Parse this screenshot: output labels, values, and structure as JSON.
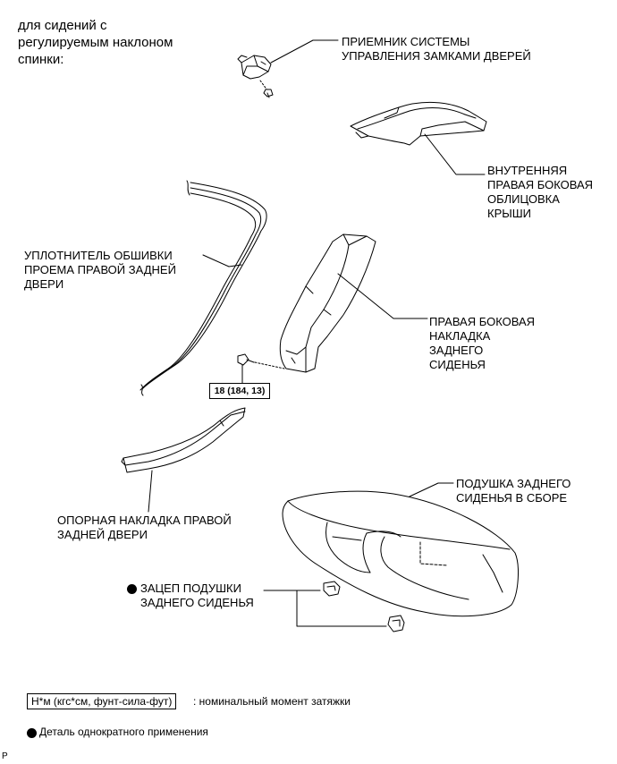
{
  "heading": "для сидений с\nрегулируемым наклоном\nспинки:",
  "labels": {
    "receiver": "ПРИЕМНИК СИСТЕМЫ\nУПРАВЛЕНИЯ ЗАМКАМИ ДВЕРЕЙ",
    "roof_trim": "ВНУТРЕННЯЯ\nПРАВАЯ БОКОВАЯ\nОБЛИЦОВКА\nКРЫШИ",
    "weatherstrip": "УПЛОТНИТЕЛЬ ОБШИВКИ\nПРОЕМА ПРАВОЙ ЗАДНЕЙ\nДВЕРИ",
    "side_garnish": "ПРАВАЯ БОКОВАЯ\nНАКЛАДКА\nЗАДНЕГО\nСИДЕНЬЯ",
    "scuff_plate": "ОПОРНАЯ НАКЛАДКА ПРАВОЙ\nЗАДНЕЙ ДВЕРИ",
    "cushion": "ПОДУШКА ЗАДНЕГО\nСИДЕНЬЯ В СБОРЕ",
    "hook": "ЗАЦЕП ПОДУШКИ\nЗАДНЕГО СИДЕНЬЯ"
  },
  "torque_value": "18 (184, 13)",
  "legend": {
    "torque_units": "Н*м (кгс*см, фунт-сила-фут)",
    "torque_desc": ": номинальный момент затяжки",
    "non_reusable": "Деталь однократного применения"
  },
  "corner_mark": "P"
}
